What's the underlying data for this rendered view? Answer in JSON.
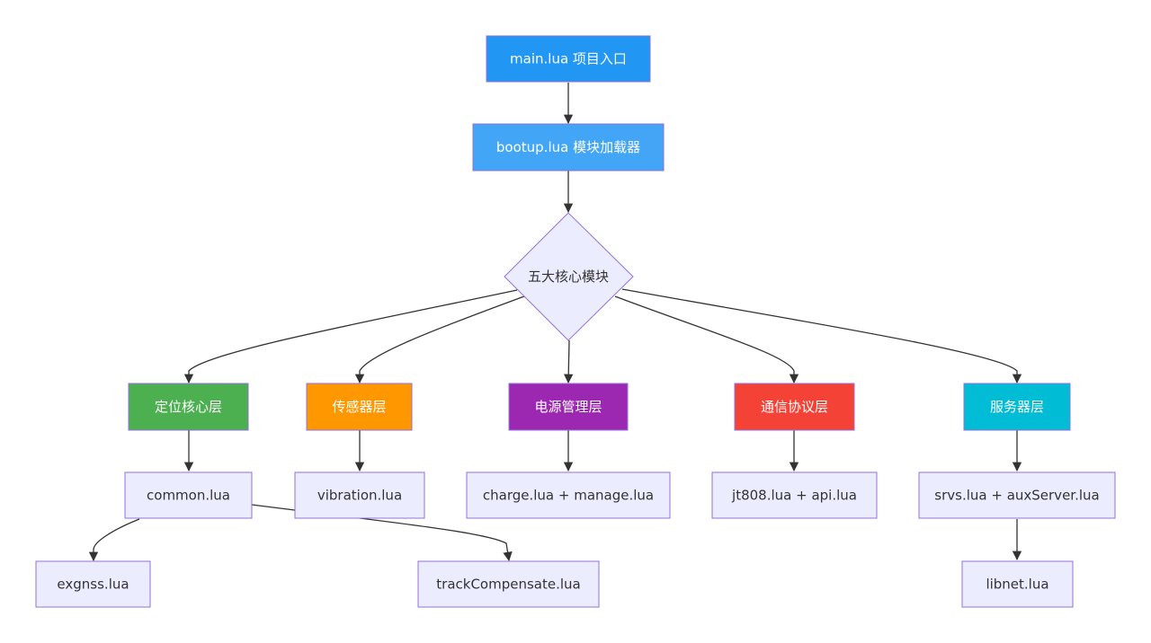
{
  "nodes": {
    "main": {
      "label": "main.lua 项目入口",
      "fill": "#2196F3",
      "stroke": "#9370DB",
      "text": "#ffffff"
    },
    "bootup": {
      "label": "bootup.lua 模块加载器",
      "fill": "#42A5F5",
      "stroke": "#9370DB",
      "text": "#ffffff"
    },
    "core": {
      "label": "五大核心模块",
      "fill": "#ECECFF",
      "stroke": "#9370DB",
      "text": "#333333"
    },
    "positioning": {
      "label": "定位核心层",
      "fill": "#4CAF50",
      "stroke": "#9370DB",
      "text": "#ffffff"
    },
    "sensor": {
      "label": "传感器层",
      "fill": "#FF9800",
      "stroke": "#9370DB",
      "text": "#ffffff"
    },
    "power": {
      "label": "电源管理层",
      "fill": "#9C27B0",
      "stroke": "#9370DB",
      "text": "#ffffff"
    },
    "comm": {
      "label": "通信协议层",
      "fill": "#F44336",
      "stroke": "#9370DB",
      "text": "#ffffff"
    },
    "server": {
      "label": "服务器层",
      "fill": "#00BCD4",
      "stroke": "#9370DB",
      "text": "#ffffff"
    },
    "common": {
      "label": "common.lua",
      "fill": "#ECECFF",
      "stroke": "#9370DB",
      "text": "#333333"
    },
    "vibration": {
      "label": "vibration.lua",
      "fill": "#ECECFF",
      "stroke": "#9370DB",
      "text": "#333333"
    },
    "charge": {
      "label": "charge.lua + manage.lua",
      "fill": "#ECECFF",
      "stroke": "#9370DB",
      "text": "#333333"
    },
    "jt808": {
      "label": "jt808.lua + api.lua",
      "fill": "#ECECFF",
      "stroke": "#9370DB",
      "text": "#333333"
    },
    "srvs": {
      "label": "srvs.lua + auxServer.lua",
      "fill": "#ECECFF",
      "stroke": "#9370DB",
      "text": "#333333"
    },
    "exgnss": {
      "label": "exgnss.lua",
      "fill": "#ECECFF",
      "stroke": "#9370DB",
      "text": "#333333"
    },
    "track": {
      "label": "trackCompensate.lua",
      "fill": "#ECECFF",
      "stroke": "#9370DB",
      "text": "#333333"
    },
    "libnet": {
      "label": "libnet.lua",
      "fill": "#ECECFF",
      "stroke": "#9370DB",
      "text": "#333333"
    }
  },
  "edges": [
    {
      "from": "main",
      "to": "bootup"
    },
    {
      "from": "bootup",
      "to": "core"
    },
    {
      "from": "core",
      "to": "positioning"
    },
    {
      "from": "core",
      "to": "sensor"
    },
    {
      "from": "core",
      "to": "power"
    },
    {
      "from": "core",
      "to": "comm"
    },
    {
      "from": "core",
      "to": "server"
    },
    {
      "from": "positioning",
      "to": "common"
    },
    {
      "from": "sensor",
      "to": "vibration"
    },
    {
      "from": "power",
      "to": "charge"
    },
    {
      "from": "comm",
      "to": "jt808"
    },
    {
      "from": "server",
      "to": "srvs"
    },
    {
      "from": "common",
      "to": "exgnss"
    },
    {
      "from": "common",
      "to": "track"
    },
    {
      "from": "srvs",
      "to": "libnet"
    }
  ],
  "edge_color": "#333333"
}
